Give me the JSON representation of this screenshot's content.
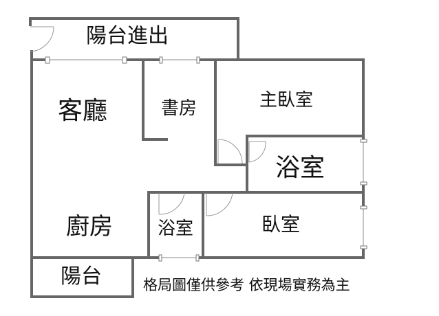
{
  "rooms": {
    "balcony_entry": "陽台進出",
    "living_room": "客廳",
    "study": "書房",
    "master_bedroom": "主臥室",
    "master_bathroom": "浴室",
    "kitchen": "廚房",
    "bathroom": "浴室",
    "bedroom": "臥室",
    "balcony": "陽台"
  },
  "disclaimer": "格局圖僅供參考 依現場實務為主",
  "colors": {
    "wall": "#666666",
    "text": "#111111"
  }
}
